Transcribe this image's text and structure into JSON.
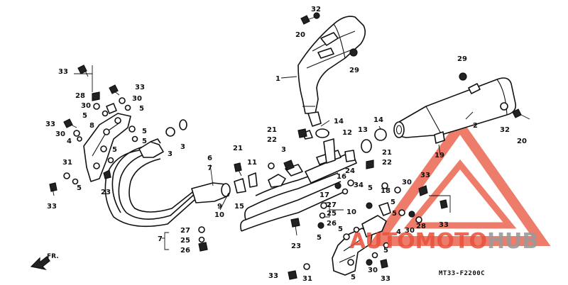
{
  "diagram": {
    "code": "MT33-F2200C",
    "direction_label": "FR.",
    "callouts": [
      {
        "id": "c-32-top",
        "text": "32"
      },
      {
        "id": "c-20-top",
        "text": "20"
      },
      {
        "id": "c-29-top",
        "text": "29"
      },
      {
        "id": "c-1",
        "text": "1"
      },
      {
        "id": "c-33-a",
        "text": "33"
      },
      {
        "id": "c-33-b",
        "text": "33"
      },
      {
        "id": "c-28-a",
        "text": "28"
      },
      {
        "id": "c-30-a",
        "text": "30"
      },
      {
        "id": "c-30-b",
        "text": "30"
      },
      {
        "id": "c-5-a",
        "text": "5"
      },
      {
        "id": "c-5-b",
        "text": "5"
      },
      {
        "id": "c-8",
        "text": "8"
      },
      {
        "id": "c-33-c",
        "text": "33"
      },
      {
        "id": "c-30-c",
        "text": "30"
      },
      {
        "id": "c-4",
        "text": "4"
      },
      {
        "id": "c-5-c",
        "text": "5"
      },
      {
        "id": "c-5-d",
        "text": "5"
      },
      {
        "id": "c-5-e",
        "text": "5"
      },
      {
        "id": "c-3-a",
        "text": "3"
      },
      {
        "id": "c-3-b",
        "text": "3"
      },
      {
        "id": "c-31-a",
        "text": "31"
      },
      {
        "id": "c-5-f",
        "text": "5"
      },
      {
        "id": "c-23-a",
        "text": "23"
      },
      {
        "id": "c-33-d",
        "text": "33"
      },
      {
        "id": "c-6",
        "text": "6"
      },
      {
        "id": "c-7-a",
        "text": "7"
      },
      {
        "id": "c-9",
        "text": "9"
      },
      {
        "id": "c-10-a",
        "text": "10"
      },
      {
        "id": "c-15",
        "text": "15"
      },
      {
        "id": "c-21-a",
        "text": "21"
      },
      {
        "id": "c-11",
        "text": "11"
      },
      {
        "id": "c-3-c",
        "text": "3"
      },
      {
        "id": "c-21-b",
        "text": "21"
      },
      {
        "id": "c-22-a",
        "text": "22"
      },
      {
        "id": "c-14-a",
        "text": "14"
      },
      {
        "id": "c-12",
        "text": "12"
      },
      {
        "id": "c-13",
        "text": "13"
      },
      {
        "id": "c-14-b",
        "text": "14"
      },
      {
        "id": "c-2",
        "text": "2"
      },
      {
        "id": "c-29-b",
        "text": "29"
      },
      {
        "id": "c-32-b",
        "text": "32"
      },
      {
        "id": "c-20-b",
        "text": "20"
      },
      {
        "id": "c-19",
        "text": "19"
      },
      {
        "id": "c-21-c",
        "text": "21"
      },
      {
        "id": "c-22-b",
        "text": "22"
      },
      {
        "id": "c-24",
        "text": "24"
      },
      {
        "id": "c-16",
        "text": "16"
      },
      {
        "id": "c-34",
        "text": "34"
      },
      {
        "id": "c-5-g",
        "text": "5"
      },
      {
        "id": "c-18",
        "text": "18"
      },
      {
        "id": "c-17",
        "text": "17"
      },
      {
        "id": "c-27-a",
        "text": "27"
      },
      {
        "id": "c-25-a",
        "text": "25"
      },
      {
        "id": "c-10-b",
        "text": "10"
      },
      {
        "id": "c-26-a",
        "text": "26"
      },
      {
        "id": "c-5-h",
        "text": "5"
      },
      {
        "id": "c-5-i",
        "text": "5"
      },
      {
        "id": "c-30-d",
        "text": "30"
      },
      {
        "id": "c-33-e",
        "text": "33"
      },
      {
        "id": "c-4-b",
        "text": "4"
      },
      {
        "id": "c-30-e",
        "text": "30"
      },
      {
        "id": "c-28-b",
        "text": "28"
      },
      {
        "id": "c-33-f",
        "text": "33"
      },
      {
        "id": "c-5-j",
        "text": "5"
      },
      {
        "id": "c-5-k",
        "text": "5"
      },
      {
        "id": "c-23-b",
        "text": "23"
      },
      {
        "id": "c-5-l",
        "text": "5"
      },
      {
        "id": "c-30-f",
        "text": "30"
      },
      {
        "id": "c-33-g",
        "text": "33"
      },
      {
        "id": "c-5-m",
        "text": "5"
      },
      {
        "id": "c-31-b",
        "text": "31"
      },
      {
        "id": "c-33-h",
        "text": "33"
      },
      {
        "id": "c-27-b",
        "text": "27"
      },
      {
        "id": "c-25-b",
        "text": "25"
      },
      {
        "id": "c-26-b",
        "text": "26"
      },
      {
        "id": "c-7-b",
        "text": "7"
      }
    ]
  },
  "watermark": {
    "brand_part1": "AUTOMOTO",
    "brand_part2": "HUB",
    "color_primary": "#e8503a",
    "color_secondary": "#9a9a9a"
  }
}
